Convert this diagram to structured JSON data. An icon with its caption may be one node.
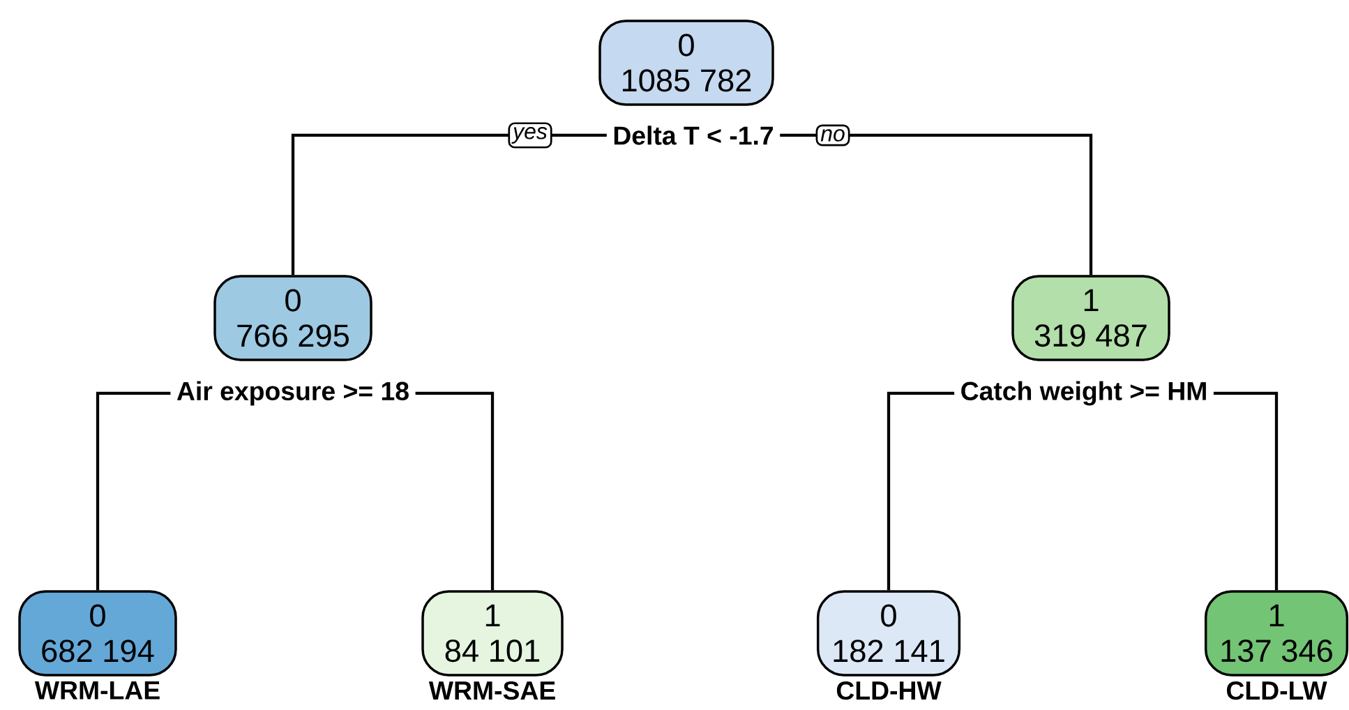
{
  "diagram": {
    "nodes": [
      {
        "text": [
          "0",
          "1085 782"
        ]
      },
      {
        "text": [
          "Delta T < -1.7"
        ]
      },
      {
        "text": [
          "0",
          "766 295"
        ]
      },
      {
        "text": [
          "1",
          "319 487"
        ]
      },
      {
        "text": [
          "Air exposure >= 18"
        ]
      },
      {
        "text": [
          "Catch weight >= HM"
        ]
      },
      {
        "text": [
          "0",
          "682 194"
        ],
        "beside": [
          "WRM-LAE"
        ]
      },
      {
        "text": [
          "1",
          "84 101"
        ],
        "beside": [
          "WRM-SAE"
        ]
      },
      {
        "text": [
          "0",
          "182 141"
        ],
        "beside": [
          "CLD-HW"
        ]
      },
      {
        "text": [
          "1",
          "137 346"
        ],
        "beside": [
          "CLD-LW"
        ]
      }
    ],
    "edges": [
      {
        "from": 1,
        "to": 2,
        "arrow": "none",
        "label": "yes"
      },
      {
        "from": 1,
        "to": 3,
        "arrow": "none",
        "label": "no"
      },
      {
        "from": 4,
        "to": 6,
        "arrow": "none"
      },
      {
        "from": 4,
        "to": 7,
        "arrow": "none"
      },
      {
        "from": 5,
        "to": 8,
        "arrow": "none"
      },
      {
        "from": 5,
        "to": 9,
        "arrow": "none"
      }
    ]
  }
}
